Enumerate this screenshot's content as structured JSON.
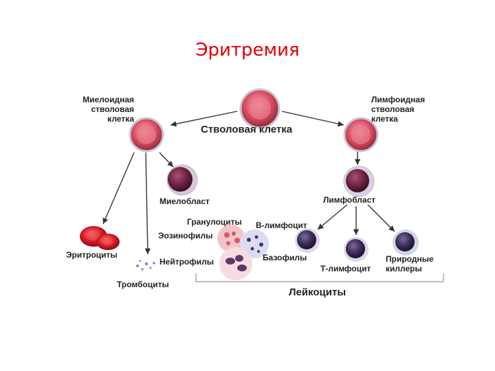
{
  "title": "Эритремия",
  "colors": {
    "title": "#e00000",
    "stem_cell": "#d94a5f",
    "blast": "#6b2140",
    "erythrocyte": "#d8202a",
    "lymphocyte": "#3a2a55",
    "arrow": "#333333"
  },
  "labels": {
    "stem_cell": "Стволовая клетка",
    "myeloid_stem": [
      "Миелоидная",
      "стволовая",
      "клетка"
    ],
    "lymphoid_stem": [
      "Лимфоидная",
      "стволовая",
      "клетка"
    ],
    "myeloblast": "Миелобласт",
    "lymphoblast": "Лимфобласт",
    "granulocytes": "Гранулоциты",
    "eosinophils": "Эозинофилы",
    "neutrophils": "Нейтрофилы",
    "basophils": "Базофилы",
    "erythrocytes": "Эритроциты",
    "thrombocytes": "Тромбоциты",
    "b_lymphocyte": "В-лимфоцит",
    "t_lymphocyte": "Т-лимфоцит",
    "natural_killers": [
      "Природные",
      "киллеры"
    ],
    "leukocytes": "Лейкоциты"
  }
}
